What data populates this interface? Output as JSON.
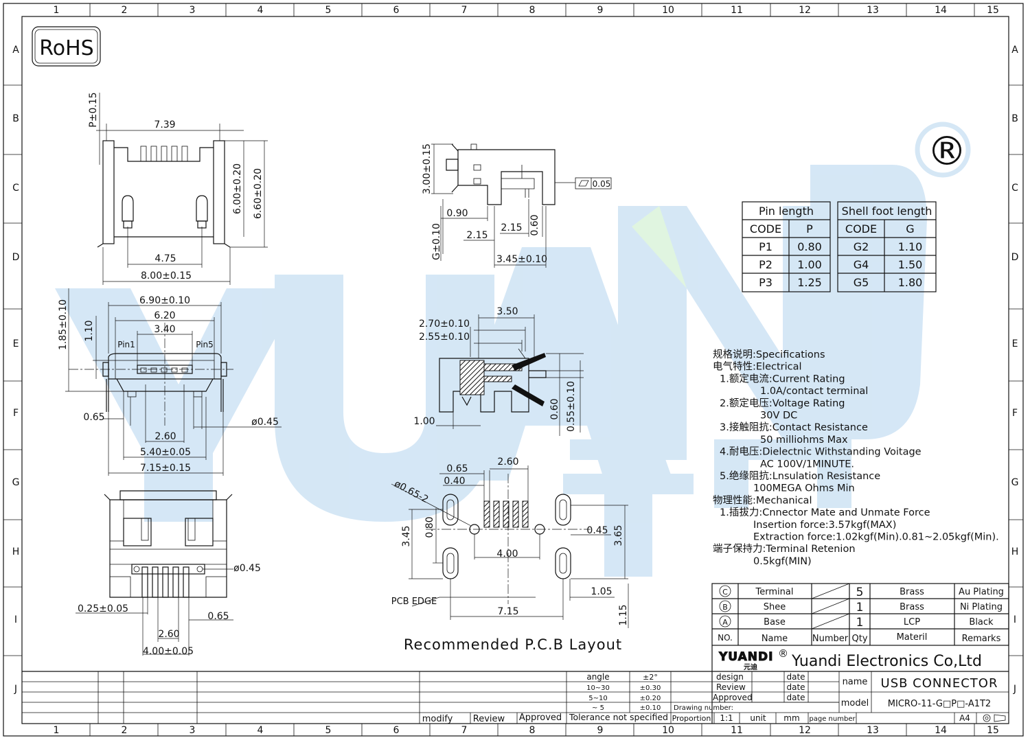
{
  "border": {
    "columns": [
      "1",
      "2",
      "3",
      "4",
      "5",
      "6",
      "7",
      "8",
      "9",
      "10",
      "11",
      "12",
      "13",
      "14",
      "15"
    ],
    "rows": [
      "A",
      "B",
      "C",
      "D",
      "E",
      "F",
      "G",
      "H",
      "I",
      "J"
    ]
  },
  "rohs": "RoHS",
  "watermark": {
    "registered": "®"
  },
  "top_view": {
    "p_tol": "P±0.15",
    "w739": "7.39",
    "h600": "6.00±0.20",
    "h660": "6.60±0.20",
    "w475": "4.75",
    "w800": "8.00±0.15"
  },
  "side_view": {
    "h300": "3.00±0.15",
    "flat": "0.05",
    "d090": "0.90",
    "d215a": "2.15",
    "d215b": "2.15",
    "d060": "0.60",
    "g010": "G±0.10",
    "d345": "3.45±0.10"
  },
  "front_view": {
    "d185": "1.85±0.10",
    "d110": "1.10",
    "d690": "6.90±0.10",
    "d620": "6.20",
    "d340": "3.40",
    "pin1": "Pin1",
    "pin5": "Pin5",
    "d065": "0.65",
    "d045": "ø0.45",
    "d260": "2.60",
    "d540": "5.40±0.05",
    "d715": "7.15±0.15"
  },
  "section_view": {
    "d350": "3.50",
    "d270": "2.70±0.10",
    "d255": "2.55±0.10",
    "d100": "1.00",
    "d060": "0.60",
    "d055": "0.55±0.10"
  },
  "bottom_view": {
    "d045": "ø0.45",
    "d025": "0.25±0.05",
    "d065": "0.65",
    "d260": "2.60",
    "d400": "4.00±0.05"
  },
  "pcb": {
    "d065": "0.65",
    "d260": "2.60",
    "d040": "0.40",
    "d065_2": "ø0.65-2",
    "d345": "3.45",
    "d080": "0.80",
    "d045": "0.45",
    "d365": "3.65",
    "d400": "4.00",
    "d105": "1.05",
    "pcb_edge": "PCB EDGE",
    "d715": "7.15",
    "d115": "1.15",
    "title": "Recommended P.C.B Layout"
  },
  "pin_table": {
    "title": "Pin length",
    "headers": [
      "CODE",
      "P"
    ],
    "rows": [
      [
        "P1",
        "0.80"
      ],
      [
        "P2",
        "1.00"
      ],
      [
        "P3",
        "1.25"
      ]
    ]
  },
  "shell_table": {
    "title": "Shell foot length",
    "headers": [
      "CODE",
      "G"
    ],
    "rows": [
      [
        "G2",
        "1.10"
      ],
      [
        "G4",
        "1.50"
      ],
      [
        "G5",
        "1.80"
      ]
    ]
  },
  "specs": [
    "规格说明:Specifications",
    "电气特性:Electrical",
    "1.额定电流:Current Rating",
    "1.0A/contact terminal",
    "2.额定电压:Voltage Rating",
    "30V DC",
    "3.接触阻抗:Contact Resistance",
    "50 milliohms Max",
    "4.耐电压:Dielectnic Withstanding Voitage",
    "AC 100V/1MINUTE.",
    "5.绝缘阻抗:Lnsulation Resistance",
    "100MEGA Ohms Min",
    "物理性能:Mechanical",
    "1.插拔力:Cnnector Mate and Unmate Force",
    "Insertion force:3.57kgf(MAX)",
    "Extraction force:1.02kgf(Min).0.81~2.05kgf(Min).",
    "端子保持力:Terminal Retenion",
    "0.5kgf(MIN)"
  ],
  "bom": {
    "rows": [
      {
        "no": "C",
        "name": "Terminal",
        "qty": "5",
        "mat": "Brass",
        "rem": "Au Plating"
      },
      {
        "no": "B",
        "name": "Shee",
        "qty": "1",
        "mat": "Brass",
        "rem": "Ni Plating"
      },
      {
        "no": "A",
        "name": "Base",
        "qty": "1",
        "mat": "LCP",
        "rem": "Black"
      }
    ],
    "headers": {
      "no": "NO.",
      "name": "Name",
      "number": "Number",
      "qty": "Qty",
      "mat": "Materil",
      "rem": "Remarks"
    }
  },
  "title_block": {
    "logo": "YUANDI",
    "logo_sub": "元迪",
    "company": "Yuandi Electronics Co,Ltd",
    "design": "design",
    "review": "Review",
    "approved": "Approved",
    "date": "date",
    "name_label": "name",
    "name_value": "USB CONNECTOR",
    "model_label": "model",
    "model_value": "MICRO-11-G□P□-A1T2",
    "drawing_number": "Drawing number:",
    "proportion": "Proportion",
    "ratio": "1:1",
    "unit": "unit",
    "mm": "mm",
    "page_number": "page number",
    "size": "A4",
    "tol_angle": "angle",
    "tol_angle_v": "±2°",
    "tol_r1": "10~30",
    "tol_r1_v": "±0.30",
    "tol_r2": "5~10",
    "tol_r2_v": "±0.20",
    "tol_r3": "~ 5",
    "tol_r3_v": "±0.10",
    "modify": "modify",
    "review2": "Review",
    "approved2": "Approved",
    "tolerance": "Tolerance not specified"
  }
}
